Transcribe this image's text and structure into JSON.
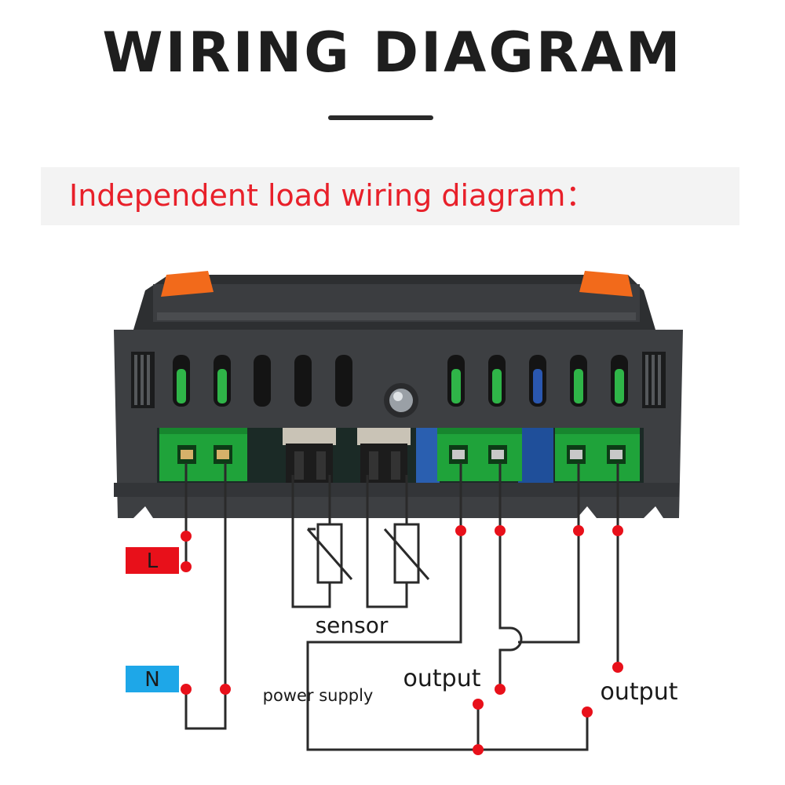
{
  "header": {
    "title": "WIRING DIAGRAM",
    "subtitle": "Independent load wiring diagram："
  },
  "labels": {
    "line": "L",
    "neutral": "N",
    "sensor": "sensor",
    "power_supply": "power supply",
    "output_1": "output",
    "output_2": "output"
  },
  "colors": {
    "accent_red": "#e8202a",
    "line_badge": "#e8101a",
    "neutral_badge": "#1ea7e8",
    "terminal_green": "#1fa33a",
    "housing": "#3d3f42",
    "wire": "#2a2a2a"
  },
  "icons": {
    "sensor_symbol": "thermistor-icon",
    "connection_dot": "terminal-dot-icon"
  }
}
